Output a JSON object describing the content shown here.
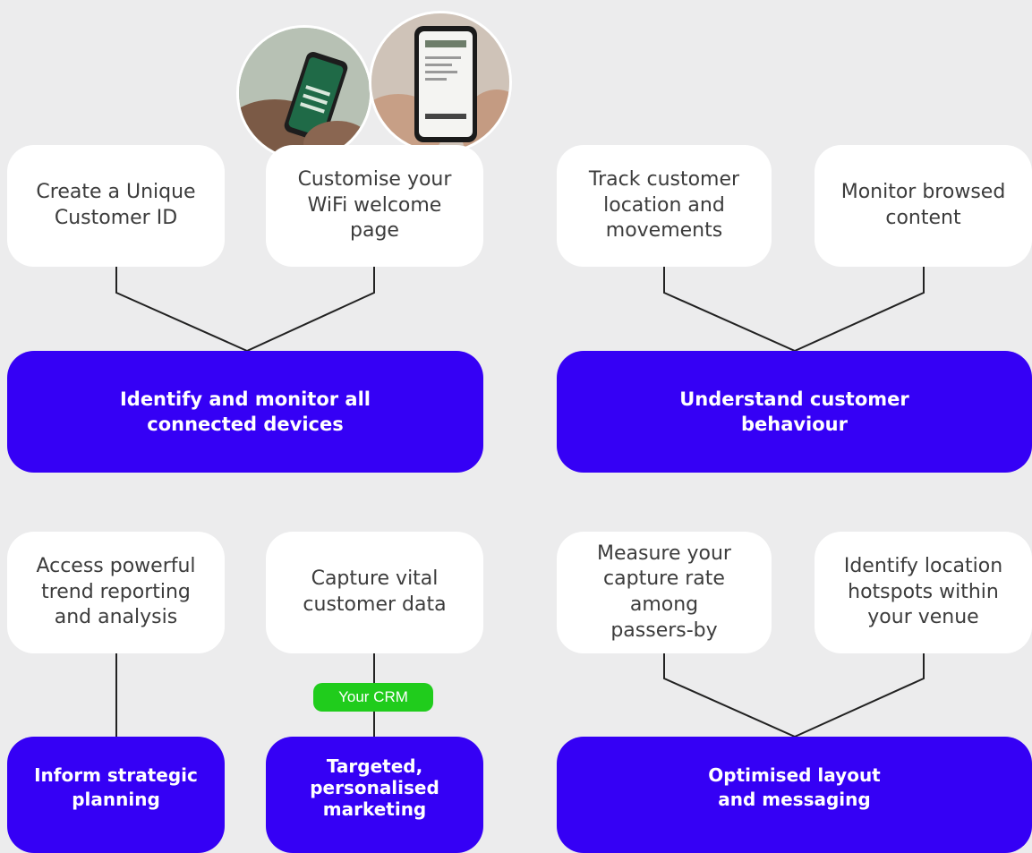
{
  "top_left": {
    "cards": [
      "Create a Unique\nCustomer ID",
      "Customise your\nWiFi welcome\npage"
    ],
    "result": "Identify and monitor all\nconnected devices"
  },
  "top_right": {
    "cards": [
      "Track customer\nlocation and\nmovements",
      "Monitor browsed\ncontent"
    ],
    "result": "Understand customer\nbehaviour"
  },
  "bottom_left": {
    "cards": [
      "Access powerful\ntrend reporting\nand analysis",
      "Capture vital\ncustomer data"
    ],
    "crm_badge": "Your CRM",
    "results": [
      "Inform strategic\nplanning",
      "Targeted,\npersonalised\nmarketing"
    ]
  },
  "bottom_right": {
    "cards": [
      "Measure your\ncapture rate among\npassers-by",
      "Identify location\nhotspots within\nyour venue"
    ],
    "result": "Optimised layout\nand messaging"
  },
  "photos": [
    {
      "name": "phone-welcome-page-green"
    },
    {
      "name": "phone-welcome-page-registration"
    }
  ],
  "colors": {
    "primary": "#3500f5",
    "badge": "#20cc1c",
    "background": "#ececed",
    "card": "#ffffff"
  }
}
